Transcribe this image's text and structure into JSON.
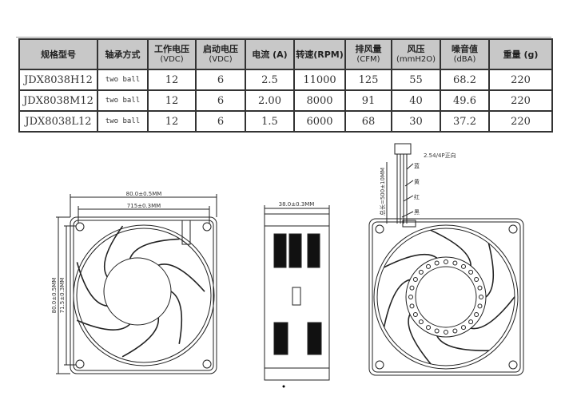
{
  "table": {
    "headers": [
      {
        "main": "规格型号",
        "sub": ""
      },
      {
        "main": "轴承方式",
        "sub": ""
      },
      {
        "main": "工作电压",
        "sub": "(VDC)"
      },
      {
        "main": "启动电压",
        "sub": "(VDC)"
      },
      {
        "main": "电流 (A)",
        "sub": ""
      },
      {
        "main": "转速(RPM)",
        "sub": ""
      },
      {
        "main": "排风量",
        "sub": "(CFM)"
      },
      {
        "main": "风压",
        "sub": "(mmH2O)"
      },
      {
        "main": "噪音值",
        "sub": "(dBA)"
      },
      {
        "main": "重量 (g)",
        "sub": ""
      }
    ],
    "rows": [
      [
        "JDX8038H12",
        "two ball",
        "12",
        "6",
        "2.5",
        "11000",
        "125",
        "55",
        "68.2",
        "220"
      ],
      [
        "JDX8038M12",
        "two ball",
        "12",
        "6",
        "2.00",
        "8000",
        "91",
        "40",
        "49.6",
        "220"
      ],
      [
        "JDX8038L12",
        "two ball",
        "12",
        "6",
        "1.5",
        "6000",
        "68",
        "30",
        "37.2",
        "220"
      ]
    ]
  },
  "drawing": {
    "front_width": "80.0±0.5MM",
    "front_hole_width": "715±0.3MM",
    "front_height": "80.0±0.5MM",
    "front_hole_height": "71.5±0.3MM",
    "side_depth": "38.0±0.3MM",
    "connector": "2.54/4P正向",
    "lead_length": "总长=500±10MM",
    "wires": [
      "蓝",
      "黄",
      "红",
      "黑"
    ]
  }
}
